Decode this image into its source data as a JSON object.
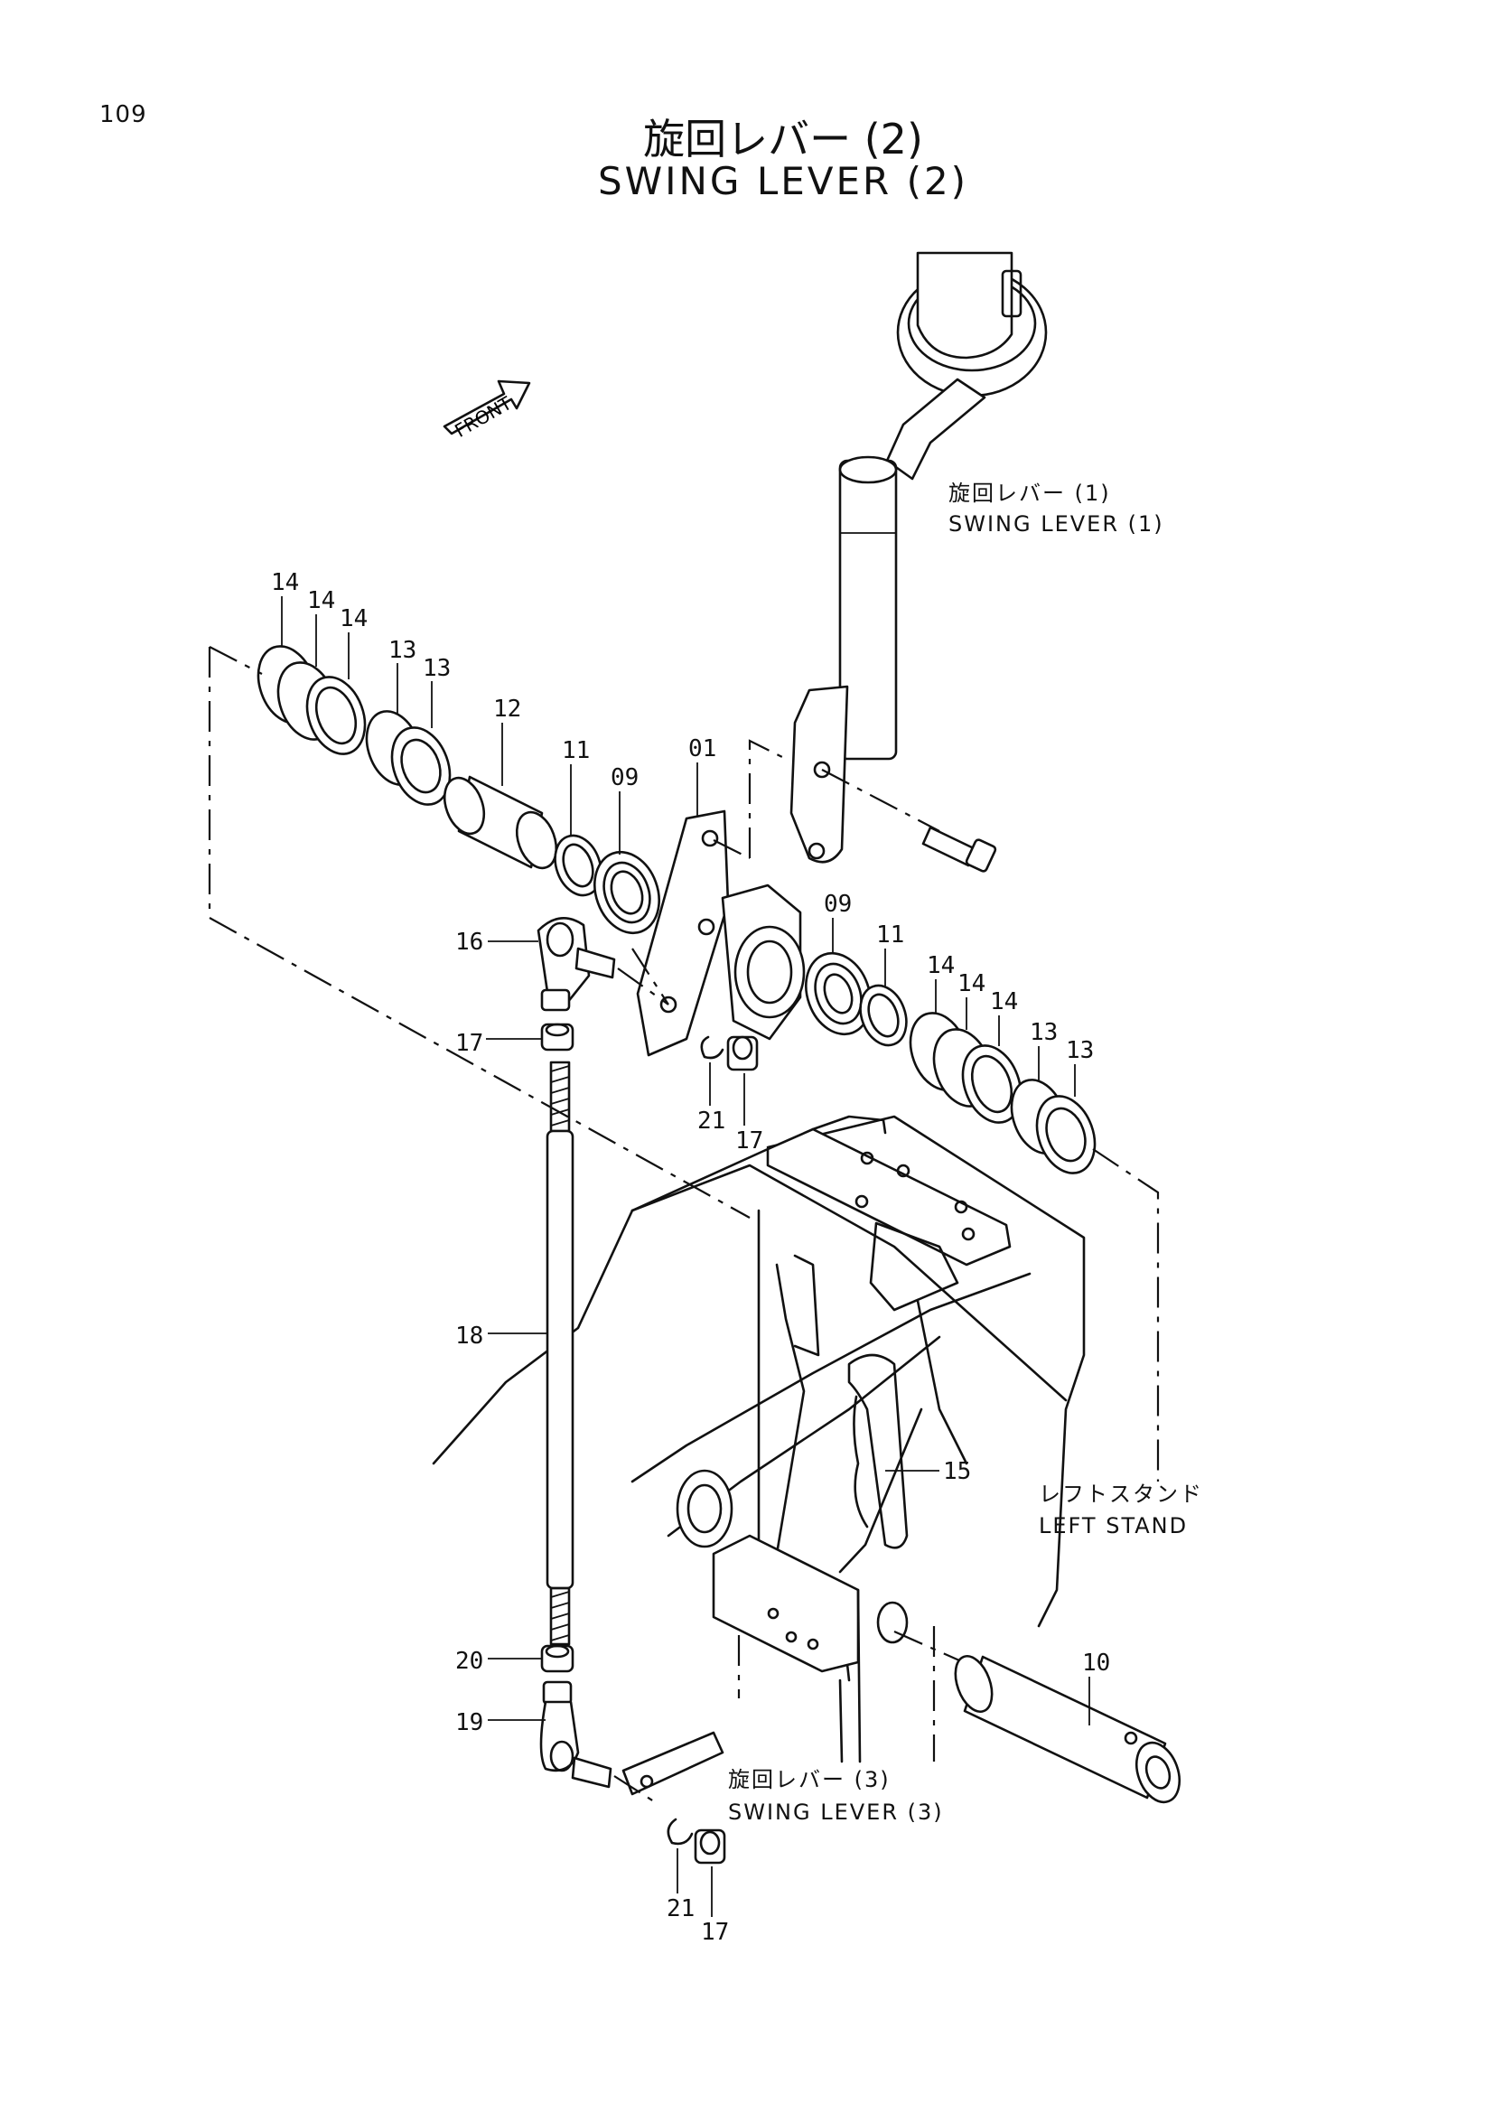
{
  "page_number": "109",
  "title": {
    "japanese": "旋回レバー (2)",
    "english": "SWING LEVER (2)"
  },
  "front_marker": "FRONT",
  "callouts": {
    "swing_lever_1": {
      "japanese": "旋回レバー (1)",
      "english": "SWING LEVER (1)"
    },
    "left_stand": {
      "japanese": "レフトスタンド",
      "english": "LEFT STAND"
    },
    "swing_lever_3": {
      "japanese": "旋回レバー (3)",
      "english": "SWING LEVER (3)"
    }
  },
  "part_numbers": {
    "washer_a1": "14",
    "washer_a2": "14",
    "washer_a3": "14",
    "shim_a1": "13",
    "shim_a2": "13",
    "collar_12": "12",
    "bushing_a": "11",
    "bearing_a": "09",
    "bracket_01": "01",
    "bearing_b": "09",
    "bushing_b": "11",
    "washer_b1": "14",
    "washer_b2": "14",
    "washer_b3": "14",
    "shim_b1": "13",
    "shim_b2": "13",
    "rod_end_16": "16",
    "nut_17_top": "17",
    "clip_21_top": "21",
    "nut_17_mid": "17",
    "rod_18": "18",
    "pin_15": "15",
    "pin_10": "10",
    "nut_20": "20",
    "rod_end_19": "19",
    "clip_21_bottom": "21",
    "nut_17_bottom": "17"
  }
}
